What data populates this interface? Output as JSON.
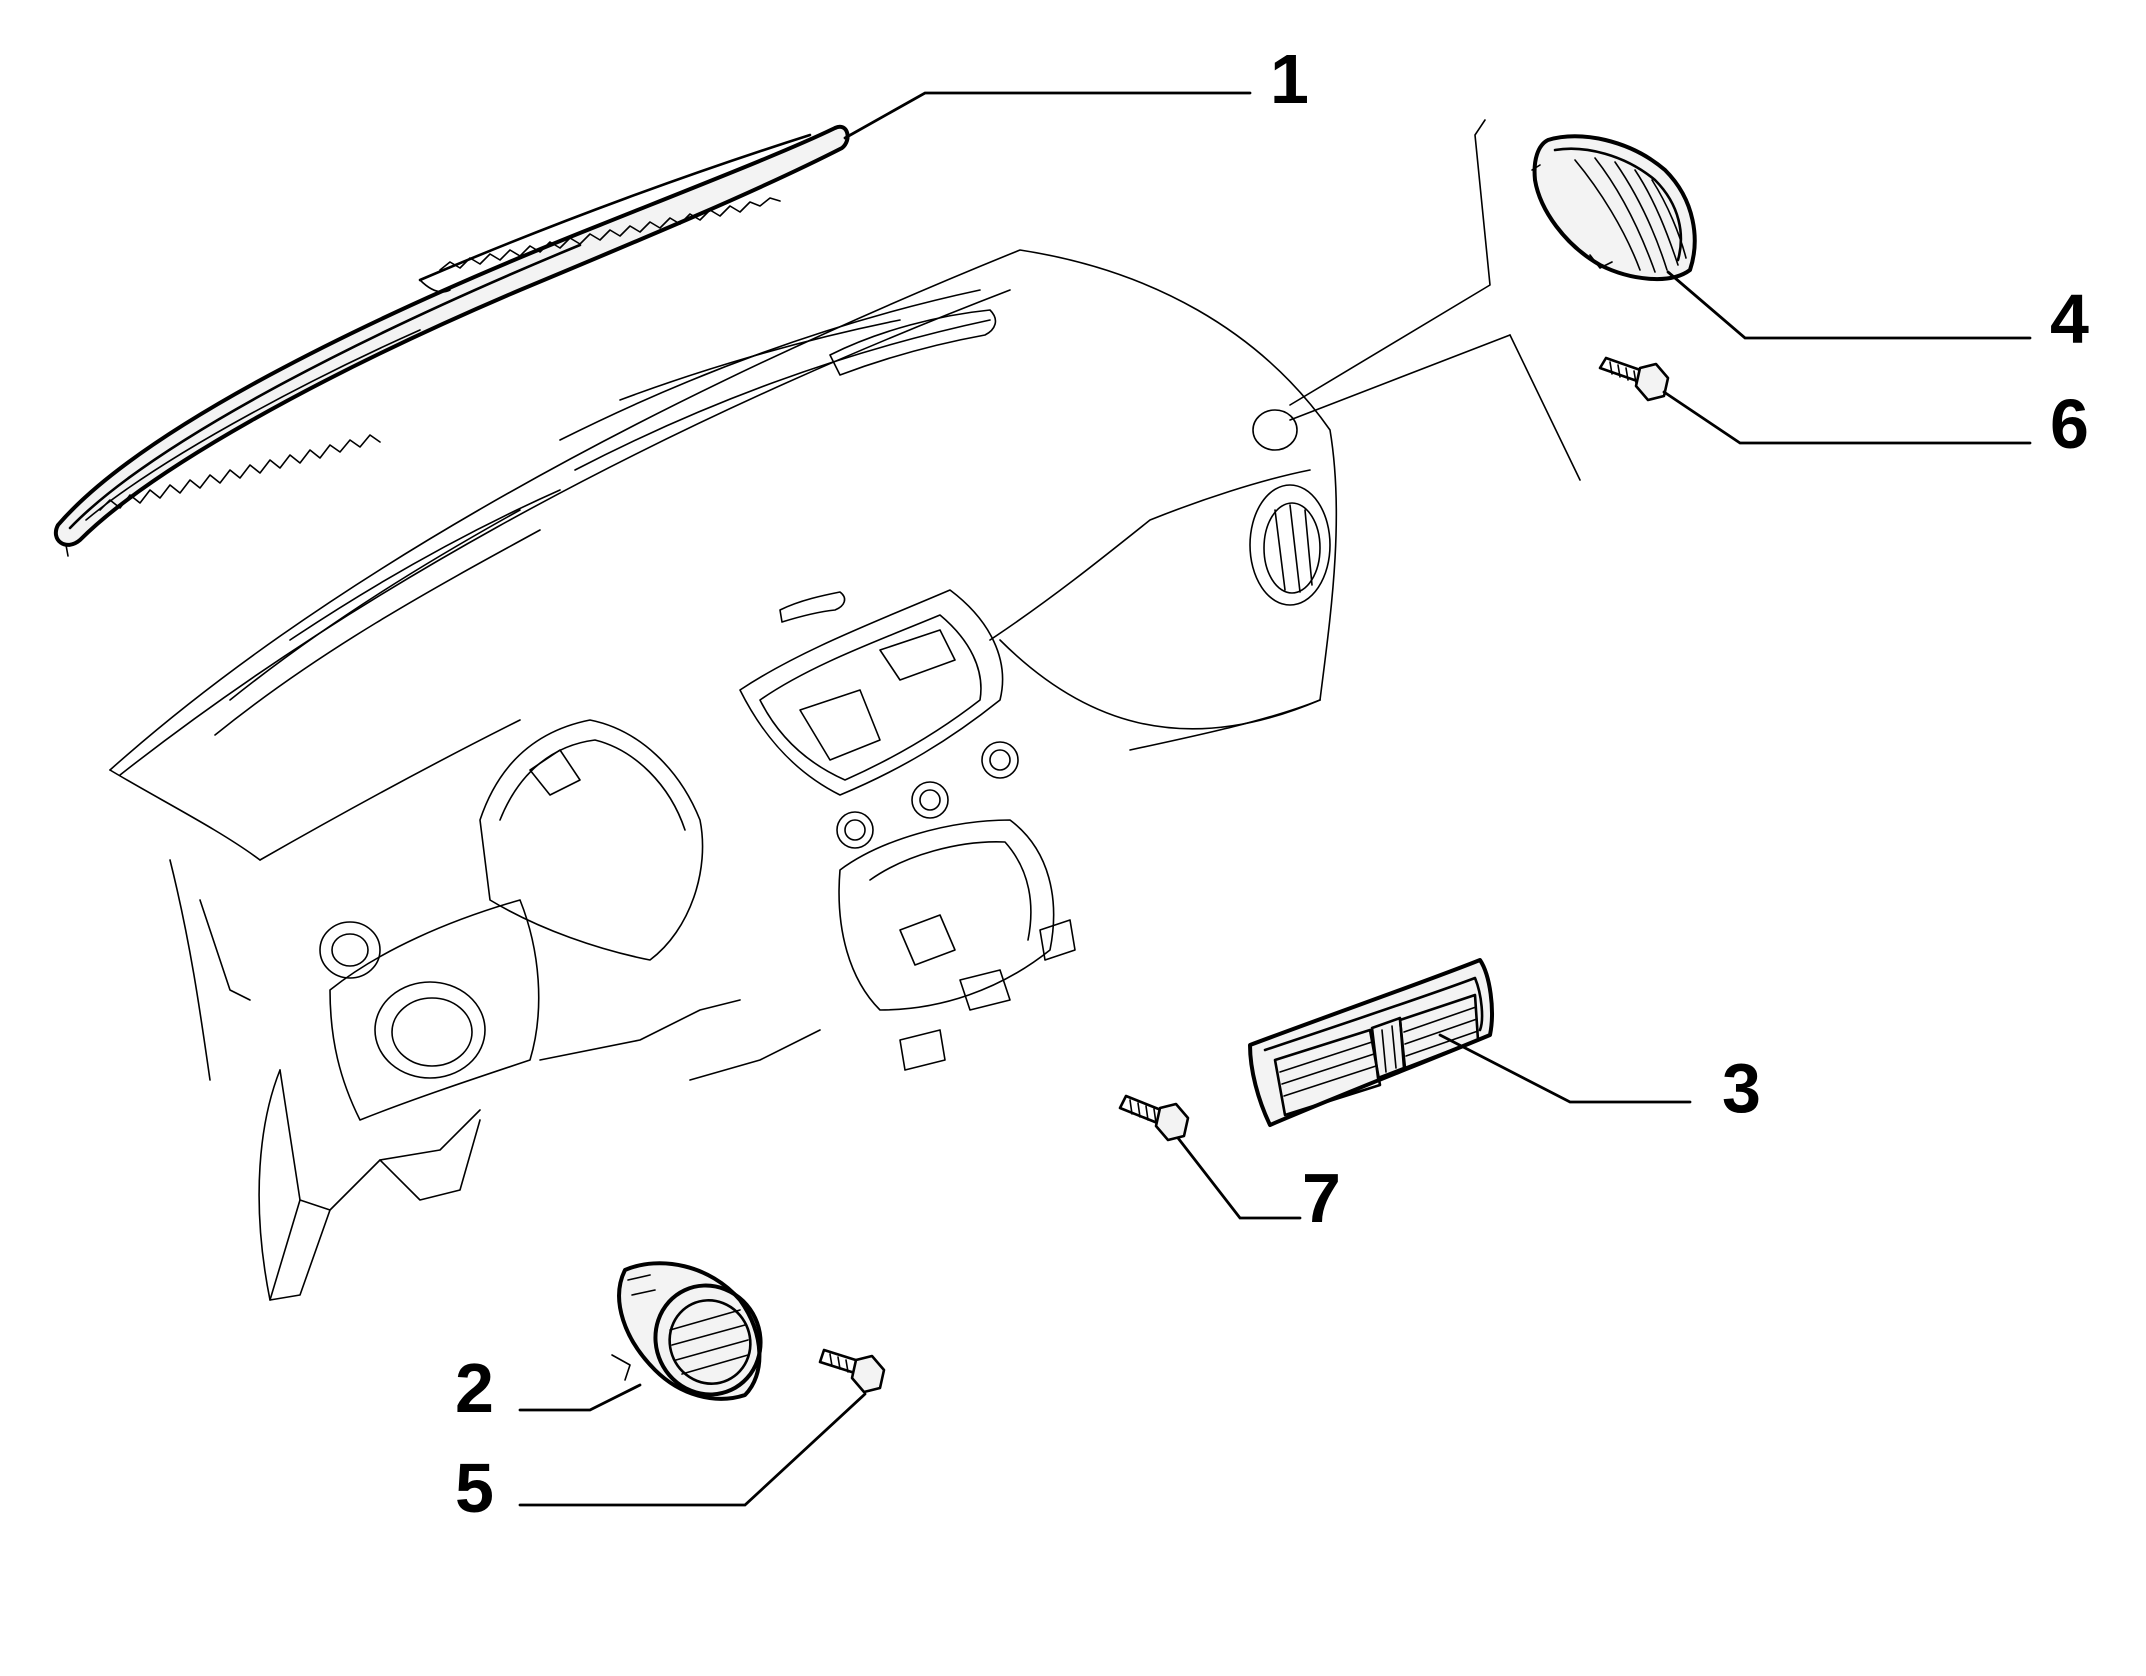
{
  "diagram": {
    "callouts": [
      {
        "id": "1",
        "label": "1",
        "part": "upper-defroster-vent-strip"
      },
      {
        "id": "2",
        "label": "2",
        "part": "left-round-air-vent"
      },
      {
        "id": "3",
        "label": "3",
        "part": "center-air-vent"
      },
      {
        "id": "4",
        "label": "4",
        "part": "right-air-vent-grille"
      },
      {
        "id": "5",
        "label": "5",
        "part": "bolt"
      },
      {
        "id": "6",
        "label": "6",
        "part": "bolt"
      },
      {
        "id": "7",
        "label": "7",
        "part": "bolt"
      }
    ]
  },
  "colors": {
    "line": "#000000",
    "background": "#ffffff"
  }
}
